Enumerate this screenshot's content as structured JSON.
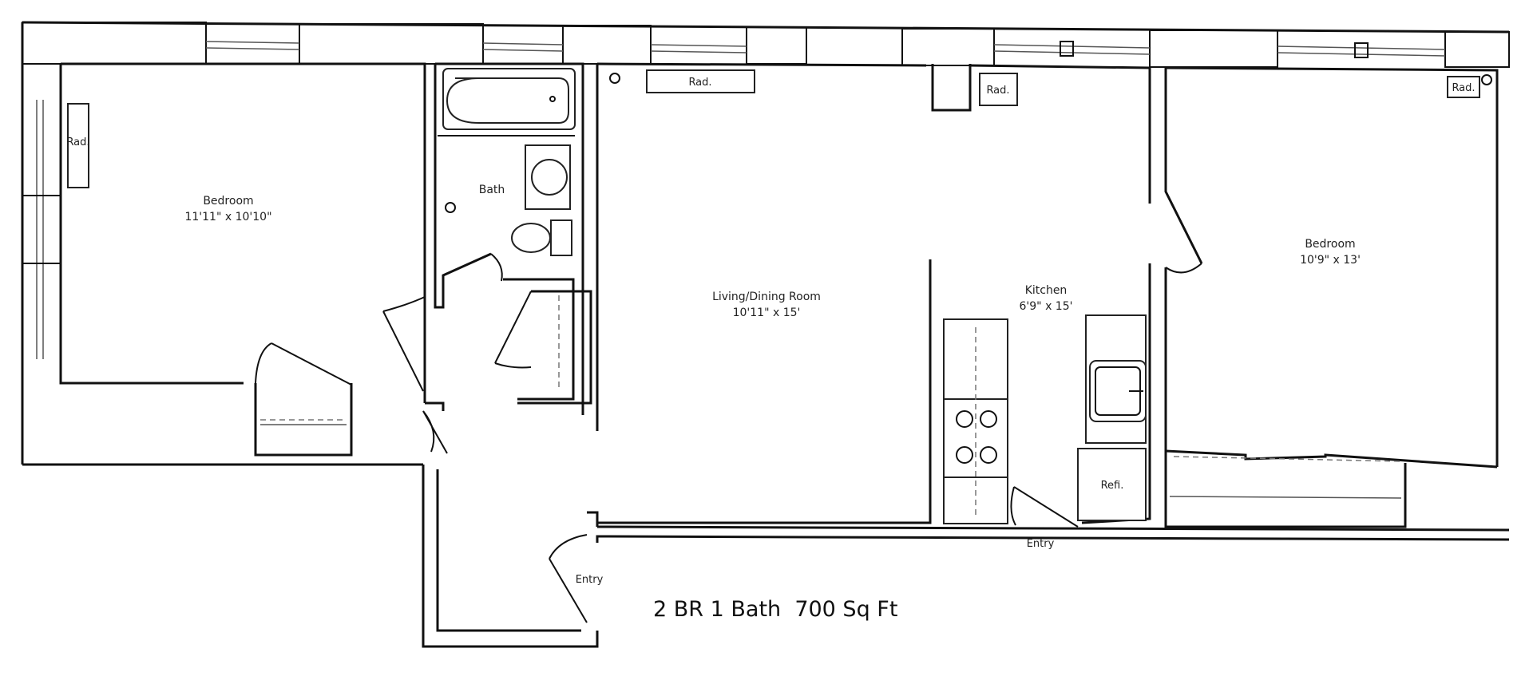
{
  "rooms": {
    "bedroom_left": {
      "name": "Bedroom",
      "dims": "11'11\" x 10'10\""
    },
    "bath": {
      "name": "Bath"
    },
    "living_dining": {
      "name": "Living/Dining Room",
      "dims": "10'11\" x 15'"
    },
    "kitchen": {
      "name": "Kitchen",
      "dims": "6'9\" x 15'"
    },
    "bedroom_right": {
      "name": "Bedroom",
      "dims": "10'9\" x 13'"
    }
  },
  "fixtures": {
    "rad_left_bedroom": "Rad.",
    "rad_living": "Rad.",
    "rad_kitchen": "Rad.",
    "rad_right_bedroom": "Rad.",
    "refrigerator": "Refi."
  },
  "entries": {
    "main_entry": "Entry",
    "kitchen_entry": "Entry"
  },
  "summary": "2 BR 1 Bath  700 Sq Ft"
}
